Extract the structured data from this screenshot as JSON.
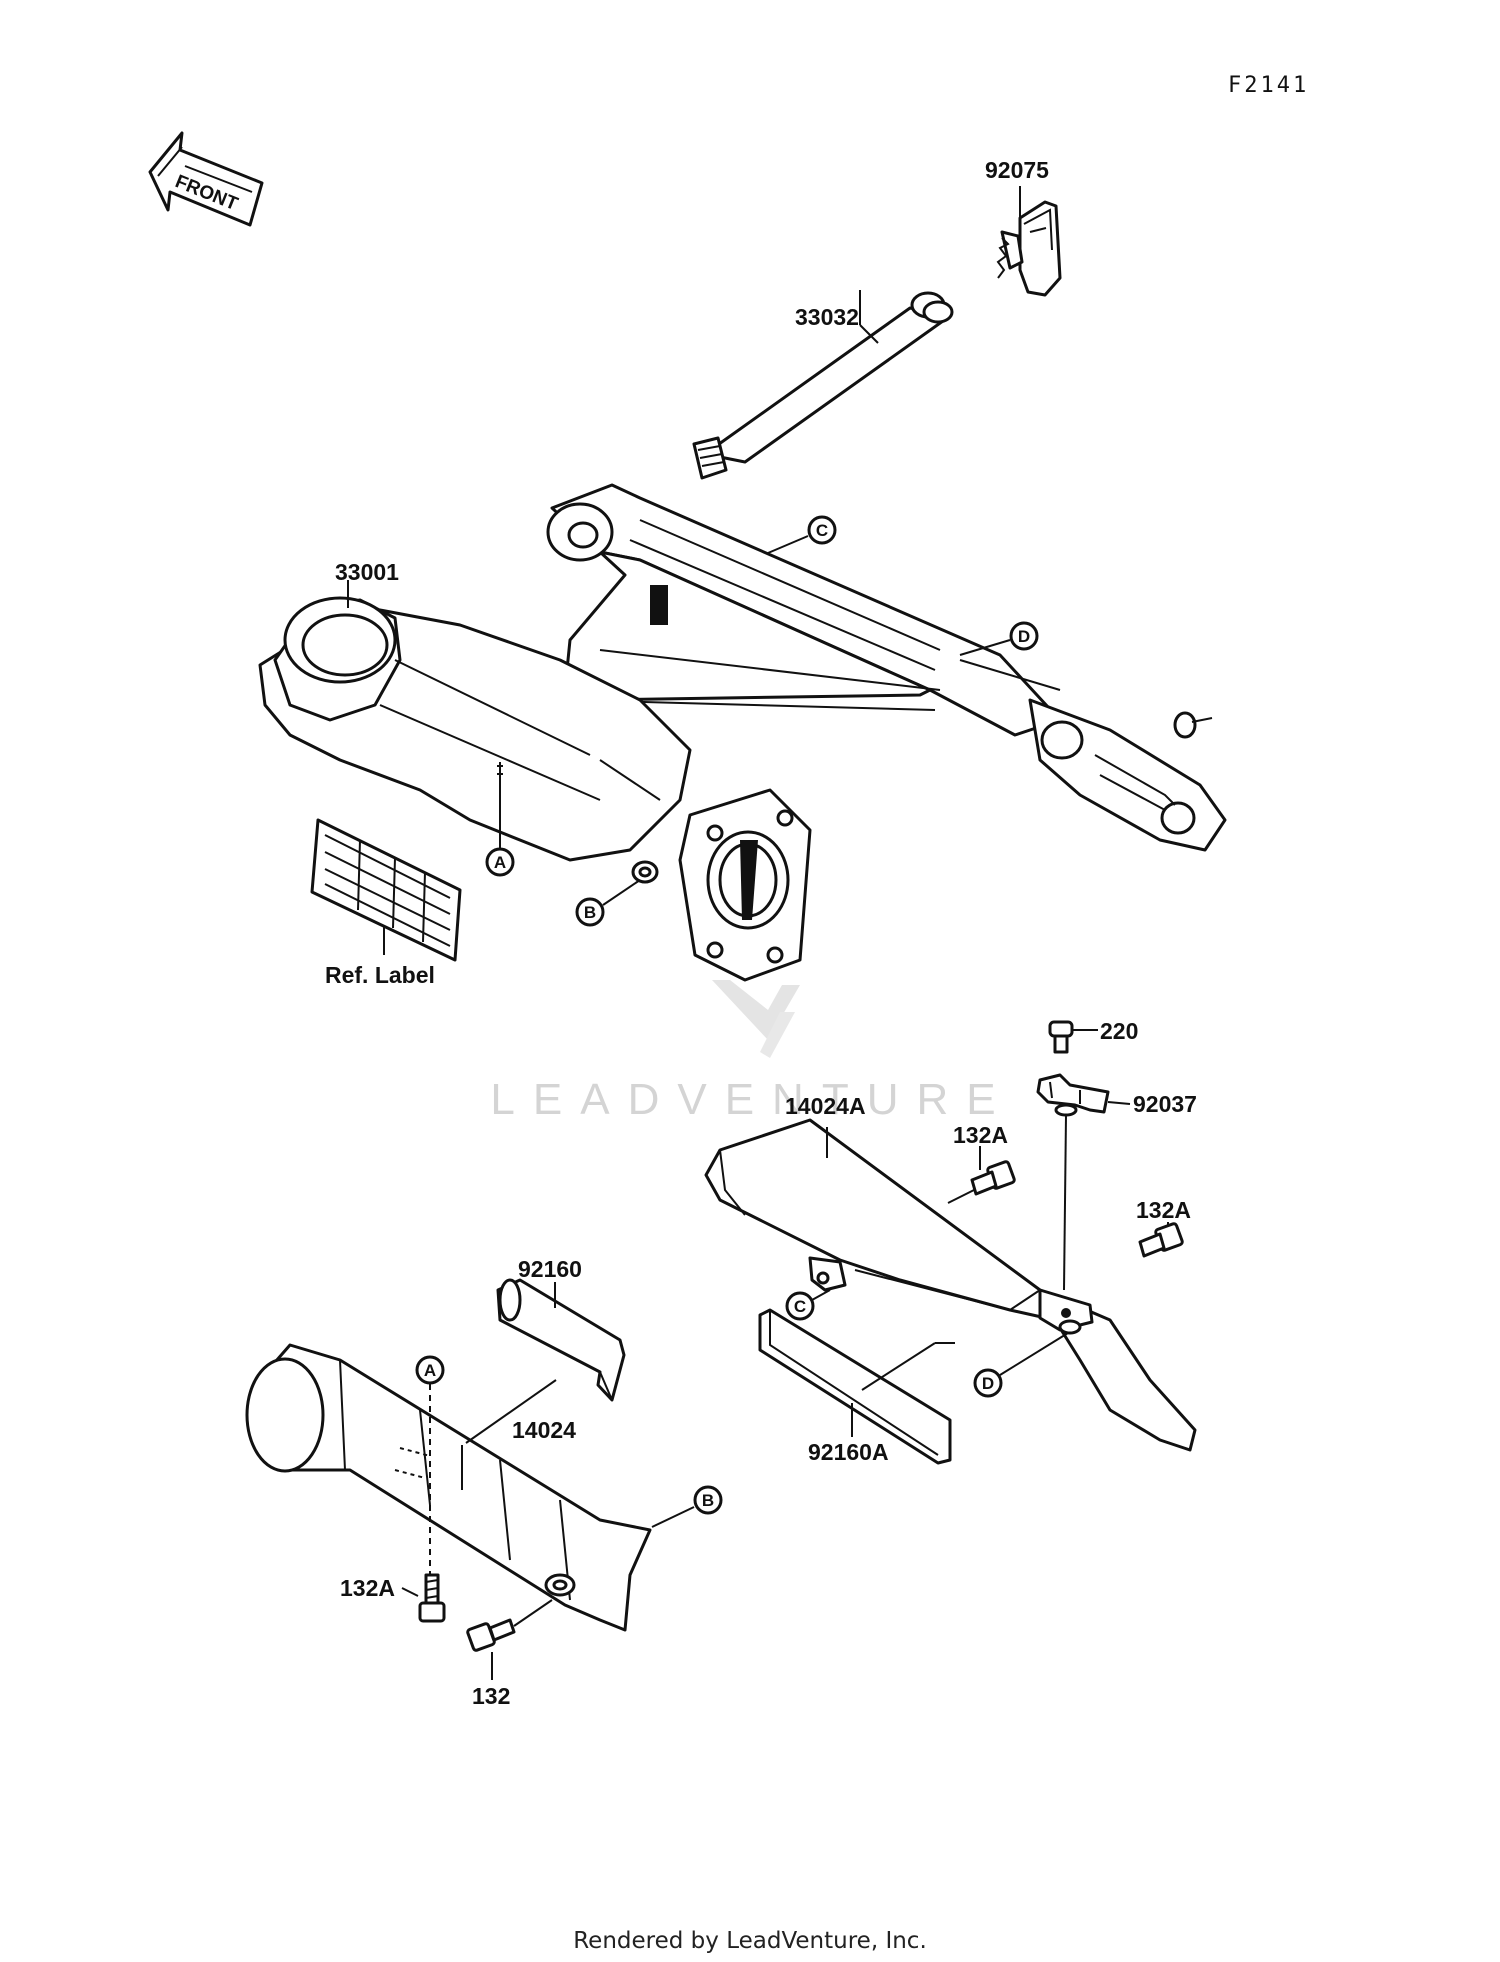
{
  "diagram": {
    "code": "F2141",
    "front_label": "FRONT",
    "watermark": "LEADVENTURE",
    "footer": "Rendered by LeadVenture, Inc.",
    "ref_label": "Ref. Label",
    "parts": {
      "p92075": "92075",
      "p33032": "33032",
      "p33001": "33001",
      "p220": "220",
      "p92037": "92037",
      "p14024A": "14024A",
      "p132A_upper": "132A",
      "p132A_right": "132A",
      "p92160": "92160",
      "p14024": "14024",
      "p92160A": "92160A",
      "p132A_lower": "132A",
      "p132": "132"
    },
    "markers": {
      "A": "A",
      "B": "B",
      "C": "C",
      "D": "D"
    }
  }
}
